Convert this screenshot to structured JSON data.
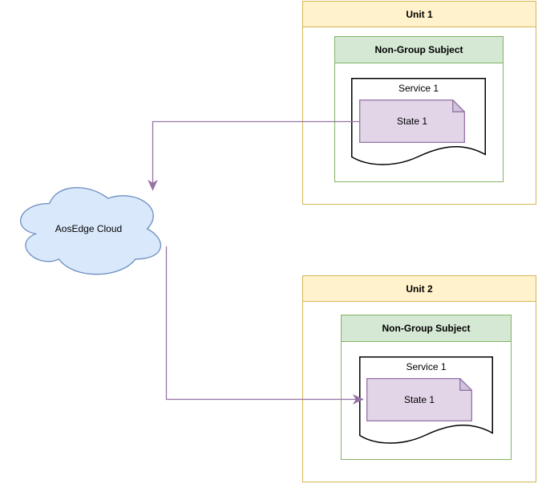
{
  "diagram": {
    "cloud": {
      "label": "AosEdge Cloud"
    },
    "units": [
      {
        "title": "Unit 1",
        "subject": {
          "title": "Non-Group Subject",
          "service": {
            "label": "Service 1",
            "state": {
              "label": "State 1"
            }
          }
        }
      },
      {
        "title": "Unit 2",
        "subject": {
          "title": "Non-Group Subject",
          "service": {
            "label": "Service 1",
            "state": {
              "label": "State 1"
            }
          }
        }
      }
    ],
    "connections": [
      {
        "from": "Unit 1 / State 1",
        "to": "AosEdge Cloud"
      },
      {
        "from": "AosEdge Cloud",
        "to": "Unit 2 / State 1"
      }
    ],
    "colors": {
      "unit_fill": "#FFF2CC",
      "unit_stroke": "#D6B656",
      "subject_fill": "#D5E8D4",
      "subject_stroke": "#82B366",
      "state_fill": "#E1D5E7",
      "state_fold_fill": "#CFC3DB",
      "state_stroke": "#9673A6",
      "cloud_fill": "#DAE8FC",
      "cloud_stroke": "#6C8EBF",
      "service_fill": "#FFFFFF",
      "service_stroke": "#000000",
      "connector": "#9673A6",
      "text": "#000000"
    }
  }
}
